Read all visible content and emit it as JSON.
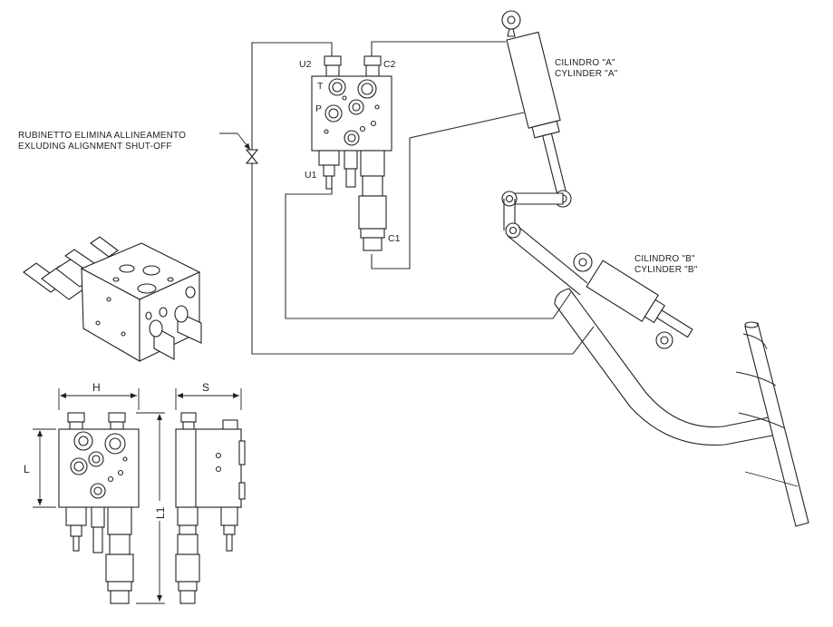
{
  "labels": {
    "shutoff_it": "RUBINETTO ELIMINA ALLINEAMENTO",
    "shutoff_en": "EXLUDING ALIGNMENT SHUT-OFF",
    "cyl_a_it": "CILINDRO \"A\"",
    "cyl_a_en": "CYLINDER \"A\"",
    "cyl_b_it": "CILINDRO \"B\"",
    "cyl_b_en": "CYLINDER \"B\""
  },
  "ports": {
    "u2": "U2",
    "c2": "C2",
    "t": "T",
    "p": "P",
    "u1": "U1",
    "c1": "C1"
  },
  "dimensions": {
    "h": "H",
    "s": "S",
    "l": "L",
    "l1": "L1"
  }
}
